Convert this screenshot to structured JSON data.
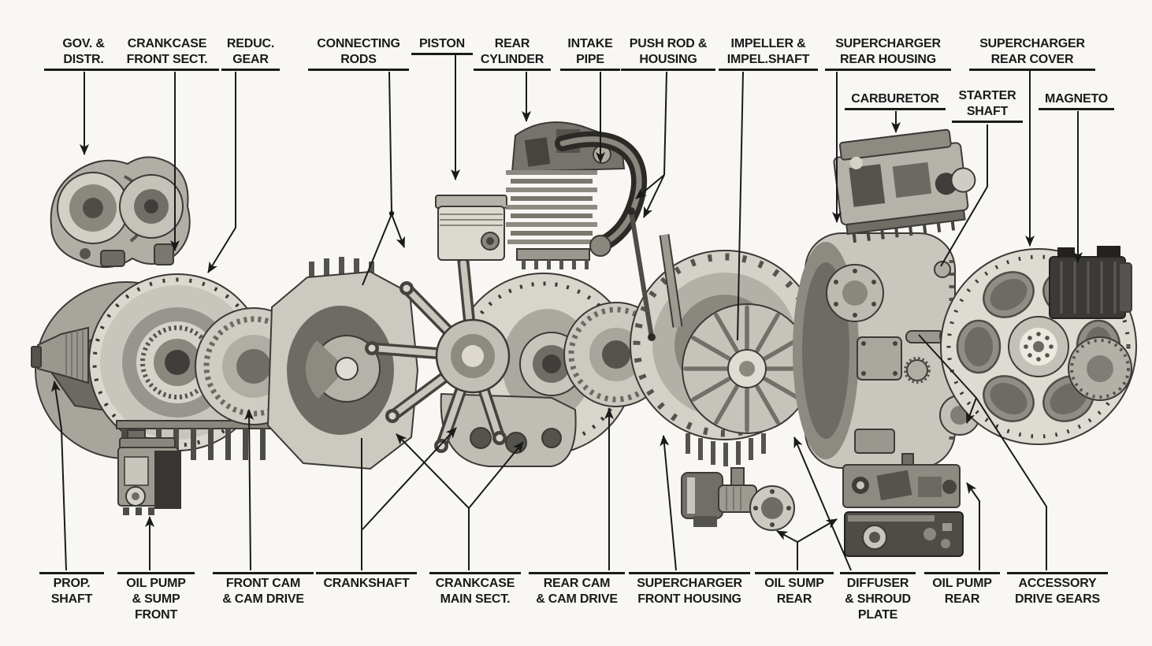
{
  "figure": {
    "type": "exploded-parts-diagram",
    "subject": "radial aircraft engine, exploded view with callout labels",
    "ink_color": "#1a1a1a",
    "paper_color": "#f8f7f4"
  },
  "labels": {
    "top": [
      {
        "id": "gov-distr",
        "text": "GOV. &\nDISTR."
      },
      {
        "id": "crankcase-front-sect",
        "text": "CRANKCASE\nFRONT SECT."
      },
      {
        "id": "reduc-gear",
        "text": "REDUC.\nGEAR"
      },
      {
        "id": "connecting-rods",
        "text": "CONNECTING\nRODS"
      },
      {
        "id": "piston",
        "text": "PISTON"
      },
      {
        "id": "rear-cylinder",
        "text": "REAR\nCYLINDER"
      },
      {
        "id": "intake-pipe",
        "text": "INTAKE\nPIPE"
      },
      {
        "id": "push-rod-housing",
        "text": "PUSH ROD &\nHOUSING"
      },
      {
        "id": "impeller-impel-shaft",
        "text": "IMPELLER &\nIMPEL.SHAFT"
      },
      {
        "id": "supercharger-rear-housing",
        "text": "SUPERCHARGER\nREAR HOUSING"
      },
      {
        "id": "supercharger-rear-cover",
        "text": "SUPERCHARGER\nREAR COVER"
      },
      {
        "id": "carburetor",
        "text": "CARBURETOR"
      },
      {
        "id": "starter-shaft",
        "text": "STARTER\nSHAFT"
      },
      {
        "id": "magneto",
        "text": "MAGNETO"
      }
    ],
    "bottom": [
      {
        "id": "prop-shaft",
        "text": "PROP.\nSHAFT"
      },
      {
        "id": "oil-pump-sump-front",
        "text": "OIL PUMP\n& SUMP\nFRONT"
      },
      {
        "id": "front-cam-cam-drive",
        "text": "FRONT CAM\n& CAM DRIVE"
      },
      {
        "id": "crankshaft",
        "text": "CRANKSHAFT"
      },
      {
        "id": "crankcase-main-sect",
        "text": "CRANKCASE\nMAIN SECT."
      },
      {
        "id": "rear-cam-cam-drive",
        "text": "REAR CAM\n& CAM DRIVE"
      },
      {
        "id": "supercharger-front-housing",
        "text": "SUPERCHARGER\nFRONT HOUSING"
      },
      {
        "id": "oil-sump-rear",
        "text": "OIL SUMP\nREAR"
      },
      {
        "id": "diffuser-shroud-plate",
        "text": "DIFFUSER\n& SHROUD\nPLATE"
      },
      {
        "id": "oil-pump-rear",
        "text": "OIL PUMP\nREAR"
      },
      {
        "id": "accessory-drive-gears",
        "text": "ACCESSORY\nDRIVE GEARS"
      }
    ]
  }
}
